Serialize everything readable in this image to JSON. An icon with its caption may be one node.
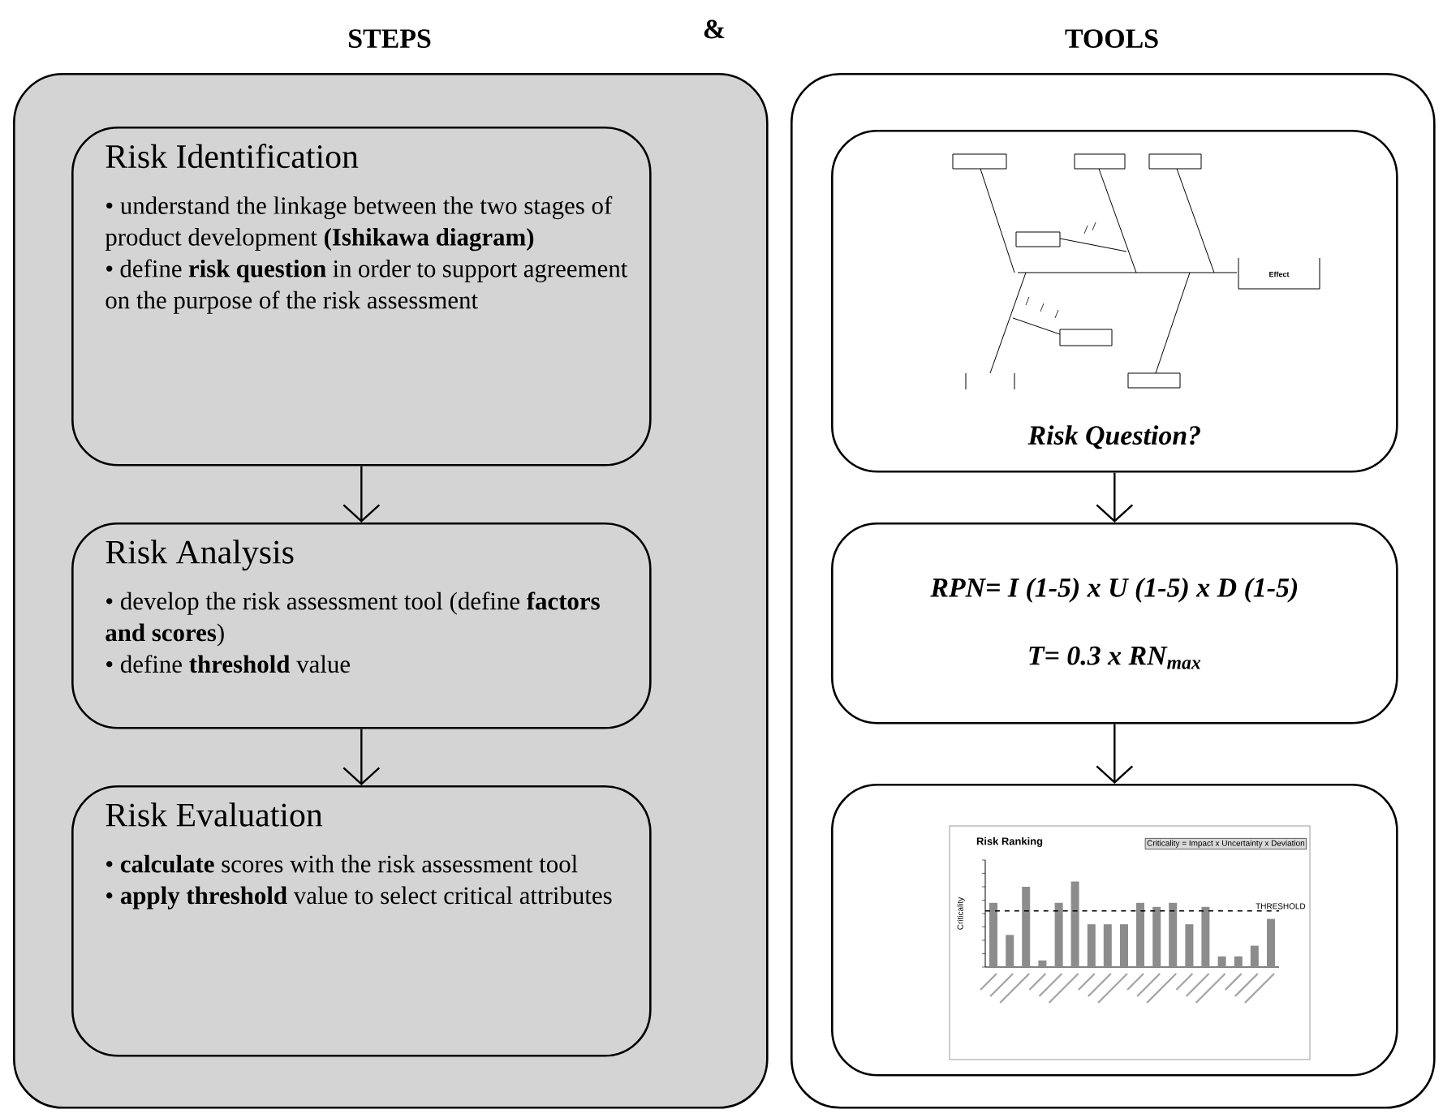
{
  "diagram": {
    "nodes": [
      {
        "text": [
          "STEPS"
        ]
      },
      {
        "text": [
          "TOOLS"
        ]
      },
      {
        "text": [
          "Risk Identification",
          "• understand the linkage between the two stages of product development **(Ishikawa diagram)**",
          "• define **risk question** in order to support agreement on the purpose of the risk assessment"
        ],
        "in": 0
      },
      {
        "text": [
          "Risk Analysis",
          "• develop the risk assessment tool (define **factors and scores**)",
          "• define **threshold** value"
        ],
        "in": 0
      },
      {
        "text": [
          "Risk Evaluation",
          "• **calculate** scores with the risk assessment tool",
          "• **apply threshold** value to select critical attributes"
        ],
        "in": 0
      },
      {
        "text": [
          "Risk Question?"
        ],
        "in": 1
      },
      {
        "text": [
          "RPN= I (1-5) x U (1-5) x D (1-5)",
          "T= 0.3 x RN$_{max}$"
        ],
        "in": 1
      },
      {
        "text": [],
        "shape": "box",
        "in": 1
      }
    ],
    "edges": [
      {
        "from": 2,
        "to": 3,
        "arrow": "to"
      },
      {
        "from": 3,
        "to": 4,
        "arrow": "to"
      },
      {
        "from": 5,
        "to": 6,
        "arrow": "to"
      },
      {
        "from": 6,
        "to": 7,
        "arrow": "to"
      }
    ],
    "labels": [
      "&",
      "Effect",
      "Risk Ranking",
      "Criticality = Impact x Uncertainty x Deviation",
      "THRESHOLD",
      "Criticality"
    ]
  }
}
